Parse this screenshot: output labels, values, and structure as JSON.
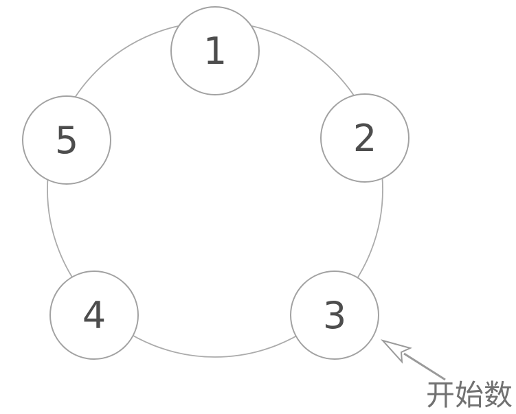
{
  "diagram": {
    "type": "counting-circle-diagram",
    "nodes": [
      {
        "label": "1"
      },
      {
        "label": "2"
      },
      {
        "label": "3"
      },
      {
        "label": "4"
      },
      {
        "label": "5"
      }
    ],
    "annotation": {
      "text": "开始数",
      "target_node_label": "3"
    },
    "colors": {
      "ring_stroke": "#a6a6a6",
      "node_fill": "#ffffff",
      "number_text": "#4d4d4d",
      "arrow_stroke": "#9a9a9a",
      "annotation_text": "#717171",
      "background": "#ffffff"
    }
  }
}
